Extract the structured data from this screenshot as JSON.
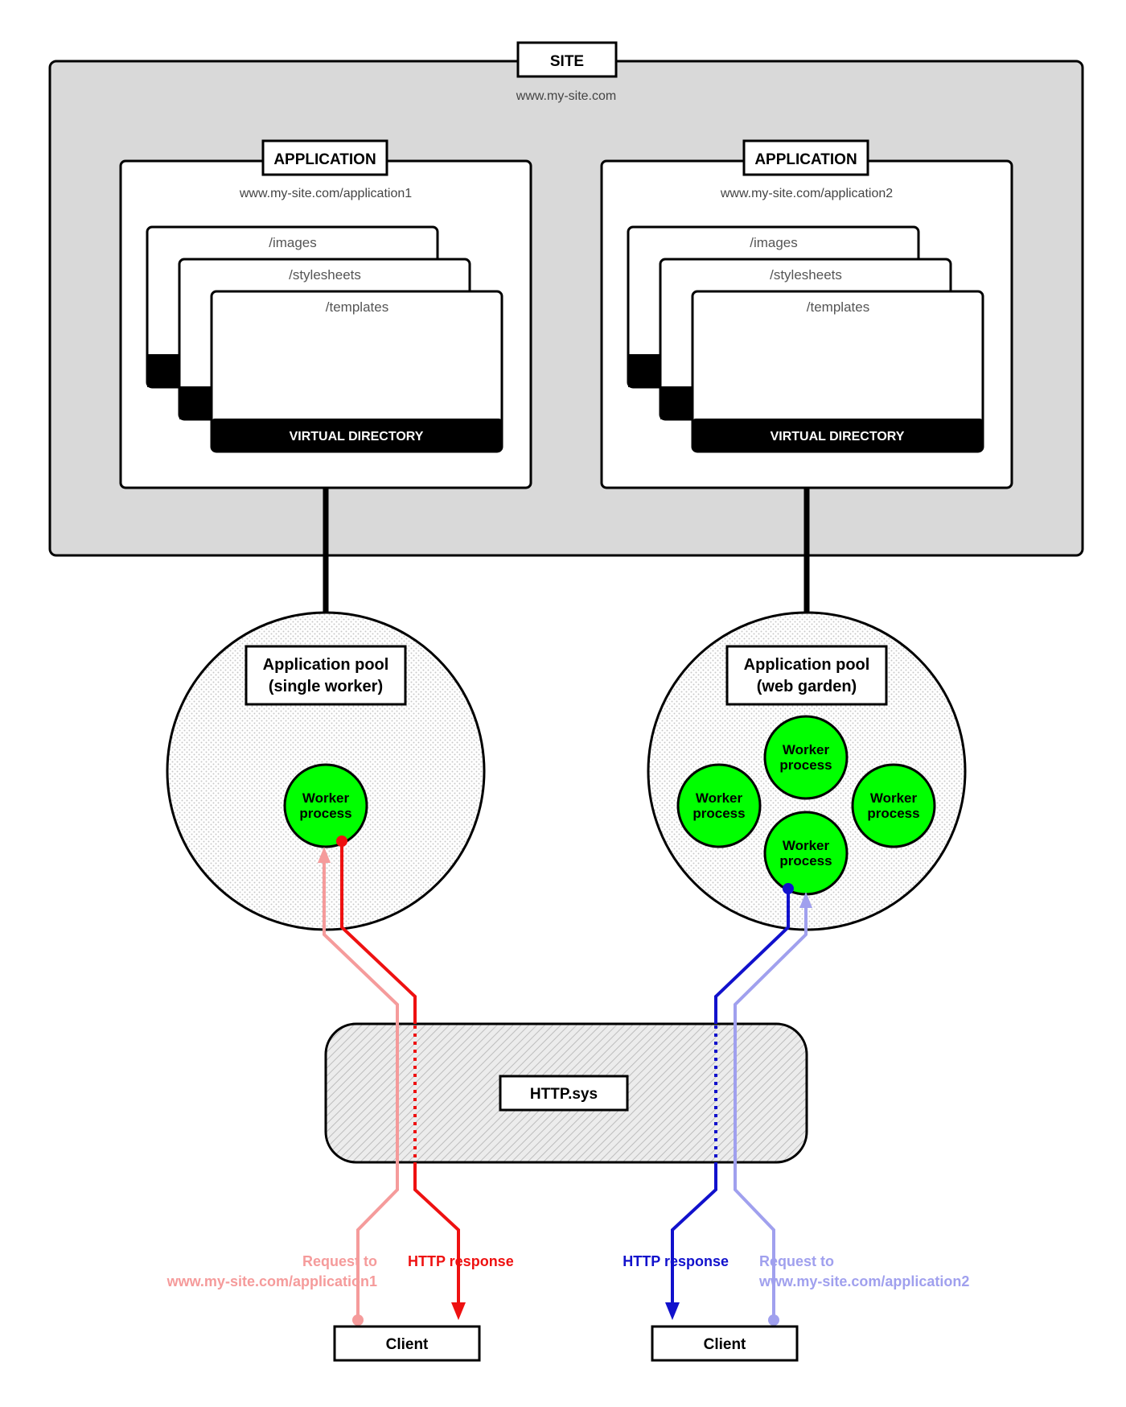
{
  "site": {
    "label": "SITE",
    "url": "www.my-site.com"
  },
  "applications": [
    {
      "label": "APPLICATION",
      "url": "www.my-site.com/application1",
      "folders": [
        "/images",
        "/stylesheets",
        "/templates"
      ],
      "virtual_directory_label": "VIRTUAL DIRECTORY"
    },
    {
      "label": "APPLICATION",
      "url": "www.my-site.com/application2",
      "folders": [
        "/images",
        "/stylesheets",
        "/templates"
      ],
      "virtual_directory_label": "VIRTUAL DIRECTORY"
    }
  ],
  "pools": [
    {
      "line1": "Application pool",
      "line2": "(single worker)",
      "workers": [
        {
          "line1": "Worker",
          "line2": "process"
        }
      ]
    },
    {
      "line1": "Application pool",
      "line2": "(web garden)",
      "workers": [
        {
          "line1": "Worker",
          "line2": "process"
        },
        {
          "line1": "Worker",
          "line2": "process"
        },
        {
          "line1": "Worker",
          "line2": "process"
        },
        {
          "line1": "Worker",
          "line2": "process"
        }
      ]
    }
  ],
  "http_sys": {
    "label": "HTTP.sys"
  },
  "flows": {
    "left": {
      "request_line1": "Request to",
      "request_line2": "www.my-site.com/application1",
      "response": "HTTP response",
      "client": "Client"
    },
    "right": {
      "request_line1": "Request to",
      "request_line2": "www.my-site.com/application2",
      "response": "HTTP response",
      "client": "Client"
    }
  },
  "colors": {
    "site_bg": "#d9d9d9",
    "worker_green": "#00ff00",
    "red_response": "#ee1111",
    "red_request": "#f59b9b",
    "blue_response": "#1111cc",
    "blue_request": "#a0a0ee"
  }
}
